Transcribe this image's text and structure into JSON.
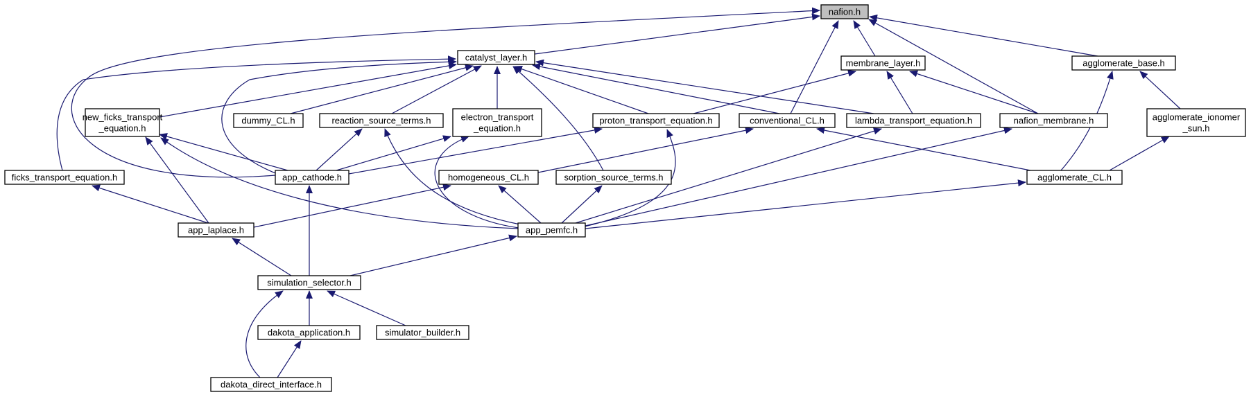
{
  "diagram": {
    "colors": {
      "edge": "#191970",
      "node_border": "#000000",
      "node_fill": "#ffffff",
      "root_fill": "#bfbfbf",
      "text": "#000000"
    },
    "nodes": [
      {
        "id": "nafion",
        "lines": [
          "nafion.h"
        ],
        "root": true
      },
      {
        "id": "catalyst_layer",
        "lines": [
          "catalyst_layer.h"
        ]
      },
      {
        "id": "membrane_layer",
        "lines": [
          "membrane_layer.h"
        ]
      },
      {
        "id": "agglomerate_base",
        "lines": [
          "agglomerate_base.h"
        ]
      },
      {
        "id": "new_ficks",
        "lines": [
          "new_ficks_transport",
          "_equation.h"
        ]
      },
      {
        "id": "dummy_CL",
        "lines": [
          "dummy_CL.h"
        ]
      },
      {
        "id": "reaction_source",
        "lines": [
          "reaction_source_terms.h"
        ]
      },
      {
        "id": "electron_transport",
        "lines": [
          "electron_transport",
          "_equation.h"
        ]
      },
      {
        "id": "proton_transport",
        "lines": [
          "proton_transport_equation.h"
        ]
      },
      {
        "id": "conventional_CL",
        "lines": [
          "conventional_CL.h"
        ]
      },
      {
        "id": "lambda_transport",
        "lines": [
          "lambda_transport_equation.h"
        ]
      },
      {
        "id": "nafion_membrane",
        "lines": [
          "nafion_membrane.h"
        ]
      },
      {
        "id": "agglomerate_ionomer",
        "lines": [
          "agglomerate_ionomer",
          "_sun.h"
        ]
      },
      {
        "id": "ficks_transport",
        "lines": [
          "ficks_transport_equation.h"
        ]
      },
      {
        "id": "app_cathode",
        "lines": [
          "app_cathode.h"
        ]
      },
      {
        "id": "homogeneous_CL",
        "lines": [
          "homogeneous_CL.h"
        ]
      },
      {
        "id": "sorption_source",
        "lines": [
          "sorption_source_terms.h"
        ]
      },
      {
        "id": "agglomerate_CL",
        "lines": [
          "agglomerate_CL.h"
        ]
      },
      {
        "id": "app_laplace",
        "lines": [
          "app_laplace.h"
        ]
      },
      {
        "id": "app_pemfc",
        "lines": [
          "app_pemfc.h"
        ]
      },
      {
        "id": "simulation_selector",
        "lines": [
          "simulation_selector.h"
        ]
      },
      {
        "id": "dakota_application",
        "lines": [
          "dakota_application.h"
        ]
      },
      {
        "id": "simulator_builder",
        "lines": [
          "simulator_builder.h"
        ]
      },
      {
        "id": "dakota_direct",
        "lines": [
          "dakota_direct_interface.h"
        ]
      }
    ],
    "edges": [
      {
        "from": "catalyst_layer",
        "to": "nafion"
      },
      {
        "from": "app_cathode",
        "to": "nafion"
      },
      {
        "from": "conventional_CL",
        "to": "nafion"
      },
      {
        "from": "membrane_layer",
        "to": "nafion"
      },
      {
        "from": "nafion_membrane",
        "to": "nafion"
      },
      {
        "from": "agglomerate_base",
        "to": "nafion"
      },
      {
        "from": "ficks_transport",
        "to": "catalyst_layer"
      },
      {
        "from": "new_ficks",
        "to": "catalyst_layer"
      },
      {
        "from": "dummy_CL",
        "to": "catalyst_layer"
      },
      {
        "from": "reaction_source",
        "to": "catalyst_layer"
      },
      {
        "from": "electron_transport",
        "to": "catalyst_layer"
      },
      {
        "from": "sorption_source",
        "to": "catalyst_layer"
      },
      {
        "from": "proton_transport",
        "to": "catalyst_layer"
      },
      {
        "from": "conventional_CL",
        "to": "catalyst_layer"
      },
      {
        "from": "lambda_transport",
        "to": "catalyst_layer"
      },
      {
        "from": "app_cathode",
        "to": "catalyst_layer"
      },
      {
        "from": "proton_transport",
        "to": "membrane_layer"
      },
      {
        "from": "lambda_transport",
        "to": "membrane_layer"
      },
      {
        "from": "nafion_membrane",
        "to": "membrane_layer"
      },
      {
        "from": "agglomerate_ionomer",
        "to": "agglomerate_base"
      },
      {
        "from": "agglomerate_CL",
        "to": "agglomerate_base"
      },
      {
        "from": "app_cathode",
        "to": "new_ficks"
      },
      {
        "from": "app_laplace",
        "to": "new_ficks"
      },
      {
        "from": "app_pemfc",
        "to": "new_ficks"
      },
      {
        "from": "app_cathode",
        "to": "reaction_source"
      },
      {
        "from": "app_pemfc",
        "to": "reaction_source"
      },
      {
        "from": "app_cathode",
        "to": "electron_transport"
      },
      {
        "from": "app_pemfc",
        "to": "electron_transport"
      },
      {
        "from": "app_cathode",
        "to": "proton_transport"
      },
      {
        "from": "app_pemfc",
        "to": "proton_transport"
      },
      {
        "from": "homogeneous_CL",
        "to": "conventional_CL"
      },
      {
        "from": "agglomerate_CL",
        "to": "conventional_CL"
      },
      {
        "from": "app_pemfc",
        "to": "lambda_transport"
      },
      {
        "from": "app_pemfc",
        "to": "nafion_membrane"
      },
      {
        "from": "agglomerate_CL",
        "to": "agglomerate_ionomer"
      },
      {
        "from": "app_laplace",
        "to": "ficks_transport"
      },
      {
        "from": "simulation_selector",
        "to": "app_cathode"
      },
      {
        "from": "app_laplace",
        "to": "homogeneous_CL"
      },
      {
        "from": "app_pemfc",
        "to": "homogeneous_CL"
      },
      {
        "from": "app_pemfc",
        "to": "sorption_source"
      },
      {
        "from": "app_pemfc",
        "to": "agglomerate_CL"
      },
      {
        "from": "simulation_selector",
        "to": "app_laplace"
      },
      {
        "from": "simulation_selector",
        "to": "app_pemfc"
      },
      {
        "from": "dakota_application",
        "to": "simulation_selector"
      },
      {
        "from": "simulator_builder",
        "to": "simulation_selector"
      },
      {
        "from": "dakota_direct",
        "to": "simulation_selector"
      },
      {
        "from": "dakota_direct",
        "to": "dakota_application"
      }
    ]
  }
}
